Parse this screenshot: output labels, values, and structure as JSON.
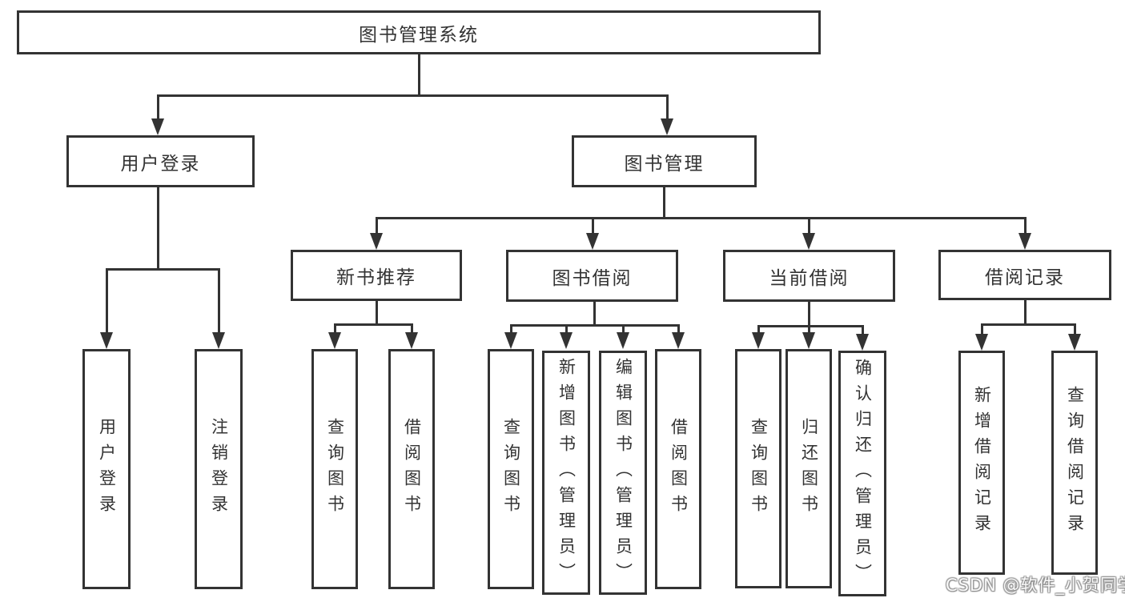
{
  "diagram": {
    "root": {
      "label": "图书管理系统"
    },
    "level1": [
      {
        "label": "用户登录"
      },
      {
        "label": "图书管理"
      }
    ],
    "level2": [
      {
        "label": "新书推荐"
      },
      {
        "label": "图书借阅"
      },
      {
        "label": "当前借阅"
      },
      {
        "label": "借阅记录"
      }
    ],
    "leaves": {
      "user_login": [
        "用户登录",
        "注销登录"
      ],
      "new_book": [
        "查询图书",
        "借阅图书"
      ],
      "book_borrow": [
        "查询图书",
        "新增图书（管理员）",
        "编辑图书（管理员）",
        "借阅图书"
      ],
      "current_borrow": [
        "查询图书",
        "归还图书",
        "确认归还（管理员）"
      ],
      "borrow_record": [
        "新增借阅记录",
        "查询借阅记录"
      ]
    }
  },
  "watermark": "CSDN @软件_小贺同学",
  "colors": {
    "line": "#333333",
    "text": "#333333",
    "background": "#ffffff"
  }
}
